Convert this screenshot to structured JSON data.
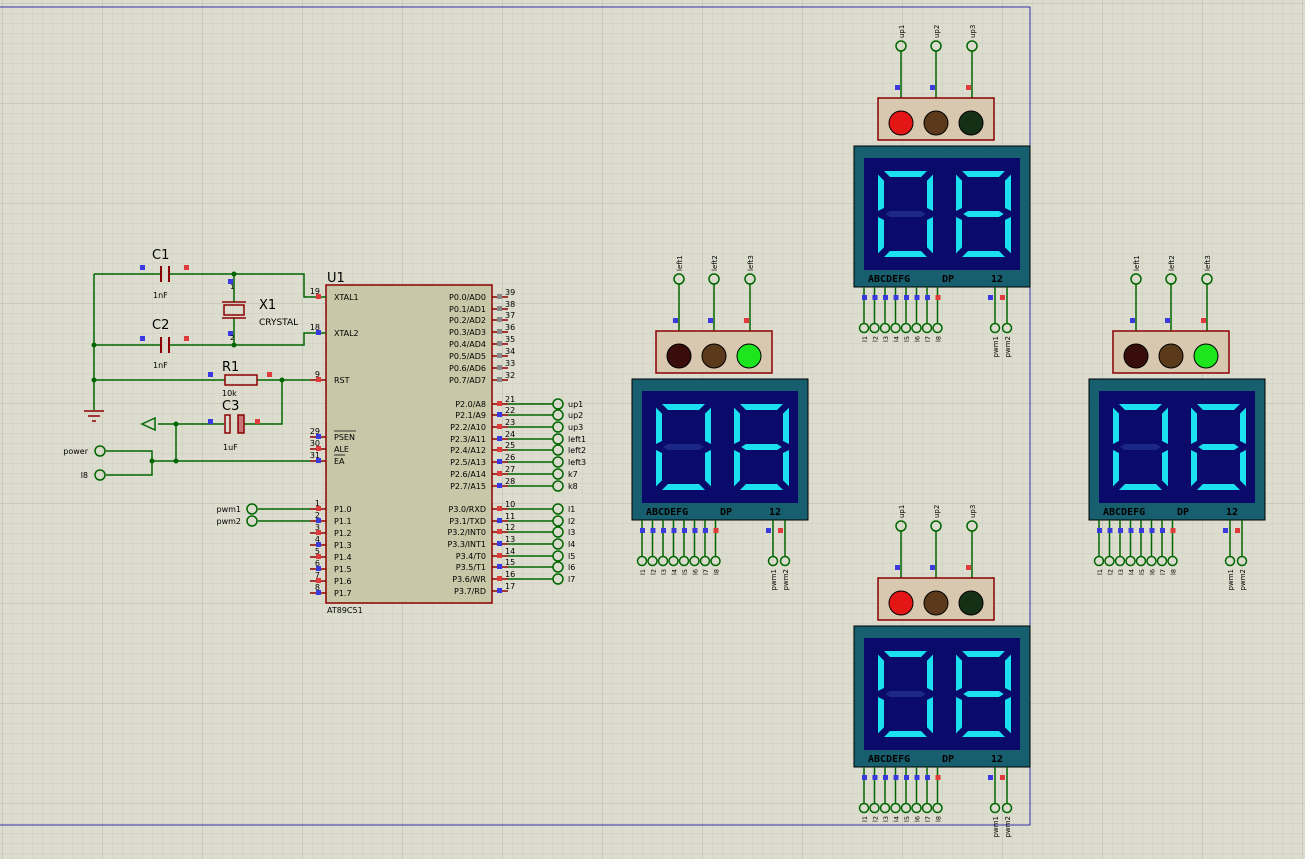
{
  "mcu": {
    "ref": "U1",
    "part": "AT89C51",
    "left_pins": [
      {
        "num": "19",
        "name": "XTAL1"
      },
      {
        "num": "18",
        "name": "XTAL2"
      },
      {
        "num": "9",
        "name": "RST"
      },
      {
        "num": "29",
        "name": "PSEN"
      },
      {
        "num": "30",
        "name": "ALE"
      },
      {
        "num": "31",
        "name": "EA"
      },
      {
        "num": "1",
        "name": "P1.0"
      },
      {
        "num": "2",
        "name": "P1.1"
      },
      {
        "num": "3",
        "name": "P1.2"
      },
      {
        "num": "4",
        "name": "P1.3"
      },
      {
        "num": "5",
        "name": "P1.4"
      },
      {
        "num": "6",
        "name": "P1.5"
      },
      {
        "num": "7",
        "name": "P1.6"
      },
      {
        "num": "8",
        "name": "P1.7"
      }
    ],
    "right_pins": [
      {
        "num": "39",
        "name": "P0.0/AD0"
      },
      {
        "num": "38",
        "name": "P0.1/AD1"
      },
      {
        "num": "37",
        "name": "P0.2/AD2"
      },
      {
        "num": "36",
        "name": "P0.3/AD3"
      },
      {
        "num": "35",
        "name": "P0.4/AD4"
      },
      {
        "num": "34",
        "name": "P0.5/AD5"
      },
      {
        "num": "33",
        "name": "P0.6/AD6"
      },
      {
        "num": "32",
        "name": "P0.7/AD7"
      },
      {
        "num": "21",
        "name": "P2.0/A8",
        "net": "up1"
      },
      {
        "num": "22",
        "name": "P2.1/A9",
        "net": "up2"
      },
      {
        "num": "23",
        "name": "P2.2/A10",
        "net": "up3"
      },
      {
        "num": "24",
        "name": "P2.3/A11",
        "net": "left1"
      },
      {
        "num": "25",
        "name": "P2.4/A12",
        "net": "left2"
      },
      {
        "num": "26",
        "name": "P2.5/A13",
        "net": "left3"
      },
      {
        "num": "27",
        "name": "P2.6/A14",
        "net": "k7"
      },
      {
        "num": "28",
        "name": "P2.7/A15",
        "net": "k8"
      },
      {
        "num": "10",
        "name": "P3.0/RXD",
        "net": "l1"
      },
      {
        "num": "11",
        "name": "P3.1/TXD",
        "net": "l2"
      },
      {
        "num": "12",
        "name": "P3.2/INT0",
        "net": "l3"
      },
      {
        "num": "13",
        "name": "P3.3/INT1",
        "net": "l4"
      },
      {
        "num": "14",
        "name": "P3.4/T0",
        "net": "l5"
      },
      {
        "num": "15",
        "name": "P3.5/T1",
        "net": "l6"
      },
      {
        "num": "16",
        "name": "P3.6/WR",
        "net": "l7"
      },
      {
        "num": "17",
        "name": "P3.7/RD"
      }
    ]
  },
  "components": {
    "c1": {
      "ref": "C1",
      "value": "1nF"
    },
    "c2": {
      "ref": "C2",
      "value": "1nF"
    },
    "x1": {
      "ref": "X1",
      "value": "CRYSTAL",
      "pin1": "1",
      "pin2": "2"
    },
    "r1": {
      "ref": "R1",
      "value": "10k"
    },
    "c3": {
      "ref": "C3",
      "value": "1uF"
    }
  },
  "left_terminals": {
    "power": "power",
    "l8": "l8",
    "pwm1": "pwm1",
    "pwm2": "pwm2"
  },
  "modules": [
    {
      "id": "top",
      "top_nets": [
        "up1",
        "up2",
        "up3"
      ],
      "lamps": [
        "#e41515",
        "#5a3a1a",
        "#153015"
      ],
      "digits": "08",
      "seg_label": "ABCDEFG",
      "dp_label": "DP",
      "com_label": "12",
      "seg_pins": [
        "l1",
        "l2",
        "l3",
        "l4",
        "l5",
        "l6",
        "l7",
        "l8"
      ],
      "pwm_pins": [
        "pwm1",
        "pwm2"
      ]
    },
    {
      "id": "left",
      "top_nets": [
        "left1",
        "left2",
        "left3"
      ],
      "lamps": [
        "#3a0d0d",
        "#5a3a1a",
        "#1ee61e"
      ],
      "digits": "08",
      "seg_label": "ABCDEFG",
      "dp_label": "DP",
      "com_label": "12",
      "seg_pins": [
        "l1",
        "l2",
        "l3",
        "l4",
        "l5",
        "l6",
        "l7",
        "l8"
      ],
      "pwm_pins": [
        "pwm1",
        "pwm2"
      ]
    },
    {
      "id": "right",
      "top_nets": [
        "left1",
        "left2",
        "left3"
      ],
      "lamps": [
        "#3a0d0d",
        "#5a3a1a",
        "#1ee61e"
      ],
      "digits": "08",
      "seg_label": "ABCDEFG",
      "dp_label": "DP",
      "com_label": "12",
      "seg_pins": [
        "l1",
        "l2",
        "l3",
        "l4",
        "l5",
        "l6",
        "l7",
        "l8"
      ],
      "pwm_pins": [
        "pwm1",
        "pwm2"
      ]
    },
    {
      "id": "bottom",
      "top_nets": [
        "up1",
        "up2",
        "up3"
      ],
      "lamps": [
        "#e41515",
        "#5a3a1a",
        "#153015"
      ],
      "digits": "08",
      "seg_label": "ABCDEFG",
      "dp_label": "DP",
      "com_label": "12",
      "seg_pins": [
        "l1",
        "l2",
        "l3",
        "l4",
        "l5",
        "l6",
        "l7",
        "l8"
      ],
      "pwm_pins": [
        "pwm1",
        "pwm2"
      ]
    }
  ],
  "colors": {
    "background": "#ddddcf",
    "grid_minor": "#cdcdbf",
    "grid_major": "#b8b8aa",
    "wire": "#006600",
    "component": "#8b0000",
    "ic_fill": "#c8c8a8",
    "display_frame": "#175f6e",
    "display_panel": "#0a0a6a",
    "segment_on": "#1ae0f0",
    "segment_off": "#1c2888",
    "lamp_box": "#d8c8b0",
    "sheet_border": "#3333aa"
  }
}
